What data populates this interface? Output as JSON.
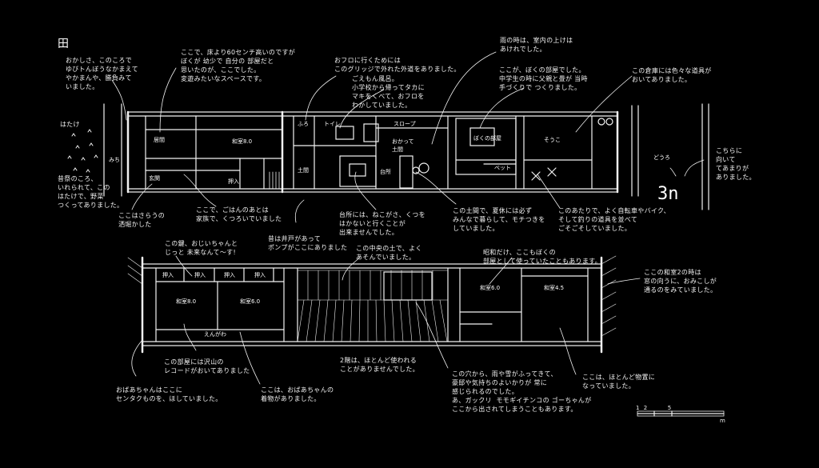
{
  "symbol": "田",
  "room_labels": {
    "ima": "居間",
    "washitsu8": "和室8.0",
    "genkan": "玄関",
    "oshiire1": "押入",
    "furo": "ふろ",
    "toire": "トイレ",
    "suroopu": "スロープ",
    "doma1": "土間",
    "odaidokoro": "台所",
    "ookatte_doma": "おかって\n土間",
    "bokuheya": "ぼくの部屋",
    "souko": "そうこ",
    "beddo": "ベット",
    "doro": "どうろ",
    "michi": "みち",
    "hatake": "はたけ",
    "oshiire2": [
      "押入",
      "押入",
      "押入",
      "押入"
    ],
    "washitsu8b": "和室8.0",
    "washitsu6b": "和室6.0",
    "washitsu6c": "和室6.0",
    "washitsu45": "和室4.5",
    "engawa": "えんがわ",
    "kaisu": "3n"
  },
  "notes": {
    "n1": "おかしさ、このころで\nゆびトんぼうなかまえて\nやかまんや、勝負みて\nいました。",
    "n2": "ここで、床より60センチ高いのですが\nぼくが 幼少で 自分の 部屋だと\n思いたのが、ここでした。\n変遊みたいなスペースです。",
    "n3": "おフロに行くためには\nこのグリッジで外れた外道をありました。",
    "n4": "ごえもん風呂。\n小学校から帰ってタカに\nマキをくべて、おフロを\nわかしていました。",
    "n5": "雨の時は、室内の上けは\nあけれでした。",
    "n6": "ここが、ぼくの部屋でした。\n中学生の時に父親と畳が 当時\n手づくりで つくりました。",
    "n7": "この倉庫には色々な道具が\nおいてありました。",
    "n8": "はたけ",
    "n9": "昔祭のころ、\nいれられて、この\nはたけで、野菜\nつくってありました。",
    "n10": "ここはさらうの\n洒堀かした",
    "n11": "ここで、ごはんのあとは\n家族で、くつろいでいました",
    "n12": "昔は井戸があって\nポンプがここにありました",
    "n13": "台所には、ねこがさ、くつを\nはかないと行くことが\n出来ませんでした。",
    "n14": "この土間で、夏休には必ず\nみんなで暮らして、モチつきを\nしていました。",
    "n15": "このあたりで、よく自転車やバイク、\nそして釣りの道具を並べて\nごそごそしていました。",
    "n16": "こちらに\n向いて\nてあまりが\nありました。",
    "n17": "この鍵、おじいちゃんと\nじっと 未来なんて〜す!",
    "n18": "この中央の土で、よく\nあそんでいました。",
    "n19": "昭和だけ、ここもぼくの\n部屋として使っていたこともあります。",
    "n20": "ここの和室2の時は\n窓の向うに、おみこしが\n通るのをみていました。",
    "n21": "この部屋には沢山の\nレコードがおいてありました",
    "n22": "おばあちゃんはここに\nセンタクものを、ほしていました。",
    "n23": "ここは、おばあちゃんの\n着物がありました。",
    "n24": "2階は、ほとんど使われる\nことがありませんでした。",
    "n25": "この穴から、雨や雪がふってきて、\n豪邸や気持ちのよいかりが 常に\n感じられるのでした。\nあ、ガックリ  モモギイチンコの ゴーちゃんが\nここから出されてしまうこともあります。",
    "n26": "ここは、ほとんど物置に\nなっていました。",
    "scale": "1  2          5",
    "scale_unit": "m"
  }
}
